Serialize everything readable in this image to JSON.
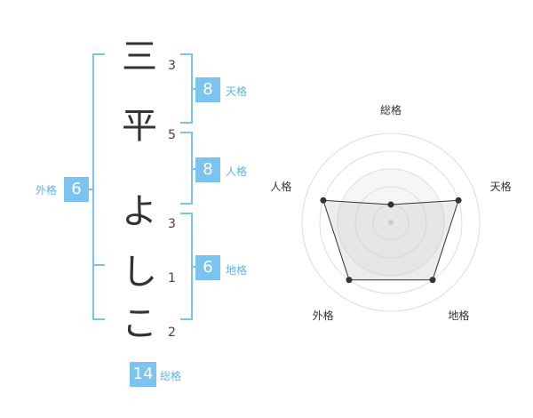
{
  "name": {
    "characters": [
      {
        "char": "三",
        "strokes": "3"
      },
      {
        "char": "平",
        "strokes": "5"
      },
      {
        "char": "よ",
        "strokes": "3"
      },
      {
        "char": "し",
        "strokes": "1"
      },
      {
        "char": "こ",
        "strokes": "2"
      }
    ]
  },
  "fortunes": {
    "tenkaku": {
      "value": "8",
      "label": "天格"
    },
    "jinkaku": {
      "value": "8",
      "label": "人格"
    },
    "chikaku": {
      "value": "6",
      "label": "地格"
    },
    "gaikaku": {
      "value": "6",
      "label": "外格"
    },
    "soukaku": {
      "value": "14",
      "label": "総格"
    }
  },
  "colors": {
    "accent": "#7cc4f0",
    "accent_text": "#5fb3ea",
    "radar_fill": "#eeeeee",
    "radar_line": "#333333"
  },
  "chart_data": {
    "type": "radar",
    "axes": [
      "総格",
      "天格",
      "地格",
      "外格",
      "人格"
    ],
    "values": [
      1,
      4,
      4,
      4,
      4
    ],
    "max": 5,
    "rings": 5
  }
}
